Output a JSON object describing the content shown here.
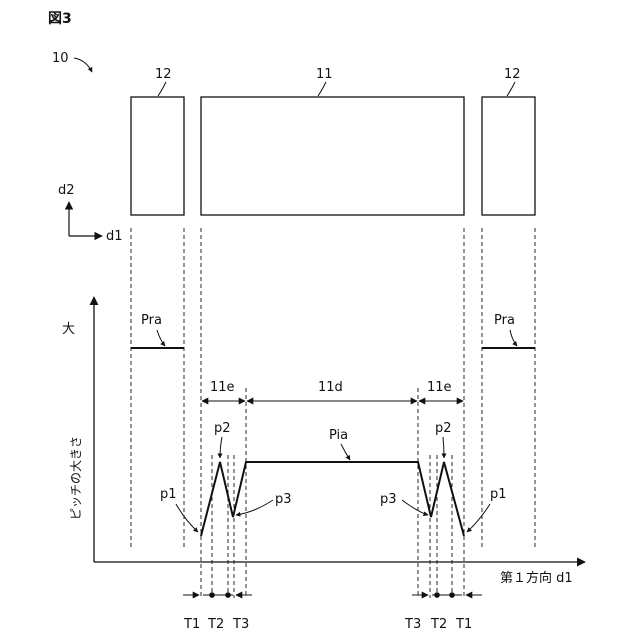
{
  "figure": {
    "title": "図3",
    "ref_number": "10"
  },
  "layout_elements": {
    "side_left_label": "12",
    "center_label": "11",
    "side_right_label": "12"
  },
  "axes": {
    "d2_label": "d2",
    "d1_label": "d1",
    "y_axis_top_label": "大",
    "y_axis_label": "ピッチの大きさ",
    "x_axis_label": "第１方向 d1"
  },
  "graph_labels": {
    "pra_left": "Pra",
    "pra_right": "Pra",
    "region_edge_left": "11e",
    "region_center": "11d",
    "region_edge_right": "11e",
    "pia": "Pia",
    "p2_left": "p2",
    "p2_right": "p2",
    "p1_left": "p1",
    "p1_right": "p1",
    "p3_left": "p3",
    "p3_right": "p3"
  },
  "tick_labels": {
    "left": [
      "T1",
      "T2",
      "T3"
    ],
    "right": [
      "T3",
      "T2",
      "T1"
    ]
  }
}
